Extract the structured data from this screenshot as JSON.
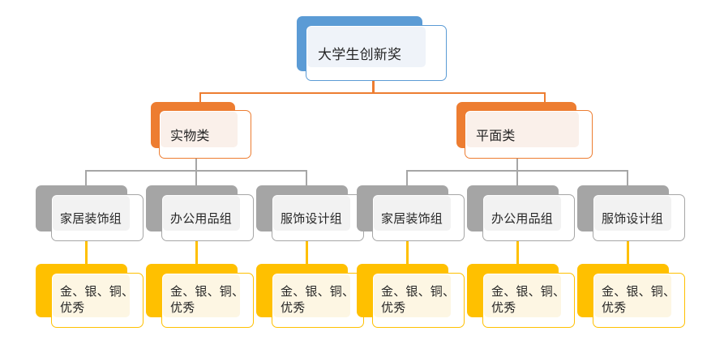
{
  "diagram": {
    "type": "organizational-tree",
    "title_node": {
      "label": "大学生创新奖",
      "color": "#5B9BD5",
      "fill": "#EFF3F9"
    },
    "categories": [
      {
        "label": "实物类",
        "color": "#ED7D31",
        "fill": "#FAF0EA"
      },
      {
        "label": "平面类",
        "color": "#ED7D31",
        "fill": "#FAF0EA"
      }
    ],
    "groups": [
      {
        "label": "家居装饰组",
        "color": "#A5A5A5",
        "fill": "#F2F2F2"
      },
      {
        "label": "办公用品组",
        "color": "#A5A5A5",
        "fill": "#F2F2F2"
      },
      {
        "label": "服饰设计组",
        "color": "#A5A5A5",
        "fill": "#F2F2F2"
      },
      {
        "label": "家居装饰组",
        "color": "#A5A5A5",
        "fill": "#F2F2F2"
      },
      {
        "label": "办公用品组",
        "color": "#A5A5A5",
        "fill": "#F2F2F2"
      },
      {
        "label": "服饰设计组",
        "color": "#A5A5A5",
        "fill": "#F2F2F2"
      }
    ],
    "awards": [
      {
        "label": "金、银、铜、优秀",
        "color": "#FFC000",
        "fill": "#FDF6E3"
      },
      {
        "label": "金、银、铜、优秀",
        "color": "#FFC000",
        "fill": "#FDF6E3"
      },
      {
        "label": "金、银、铜、优秀",
        "color": "#FFC000",
        "fill": "#FDF6E3"
      },
      {
        "label": "金、银、铜、优秀",
        "color": "#FFC000",
        "fill": "#FDF6E3"
      },
      {
        "label": "金、银、铜、优秀",
        "color": "#FFC000",
        "fill": "#FDF6E3"
      },
      {
        "label": "金、银、铜、优秀",
        "color": "#FFC000",
        "fill": "#FDF6E3"
      }
    ]
  }
}
